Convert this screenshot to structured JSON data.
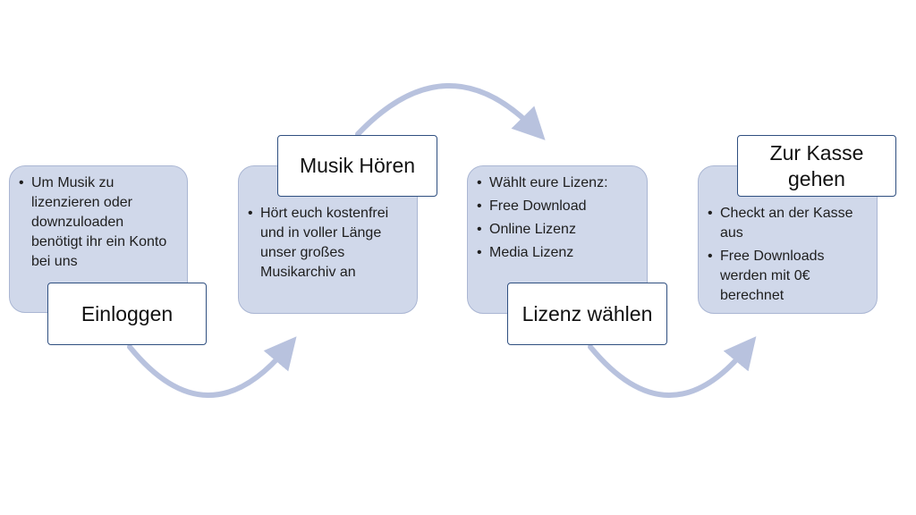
{
  "colors": {
    "card_fill": "#d0d8ea",
    "card_border": "#aab6d3",
    "label_border": "#2f4f80",
    "arrow": "#b8c2de"
  },
  "steps": [
    {
      "title": "Einloggen",
      "bullets": [
        "Um Musik zu lizenzieren oder downzuloaden benötigt ihr ein Konto bei uns"
      ]
    },
    {
      "title": "Musik Hören",
      "bullets": [
        "Hört euch kostenfrei und in voller Länge unser großes Musikarchiv an"
      ]
    },
    {
      "title": "Lizenz wählen",
      "bullets": [
        "Wählt eure Lizenz:",
        "Free Download",
        "Online Lizenz",
        "Media Lizenz"
      ]
    },
    {
      "title": "Zur Kasse gehen",
      "bullets": [
        "Checkt an der Kasse aus",
        "Free Downloads werden mit 0€ berechnet"
      ]
    }
  ]
}
